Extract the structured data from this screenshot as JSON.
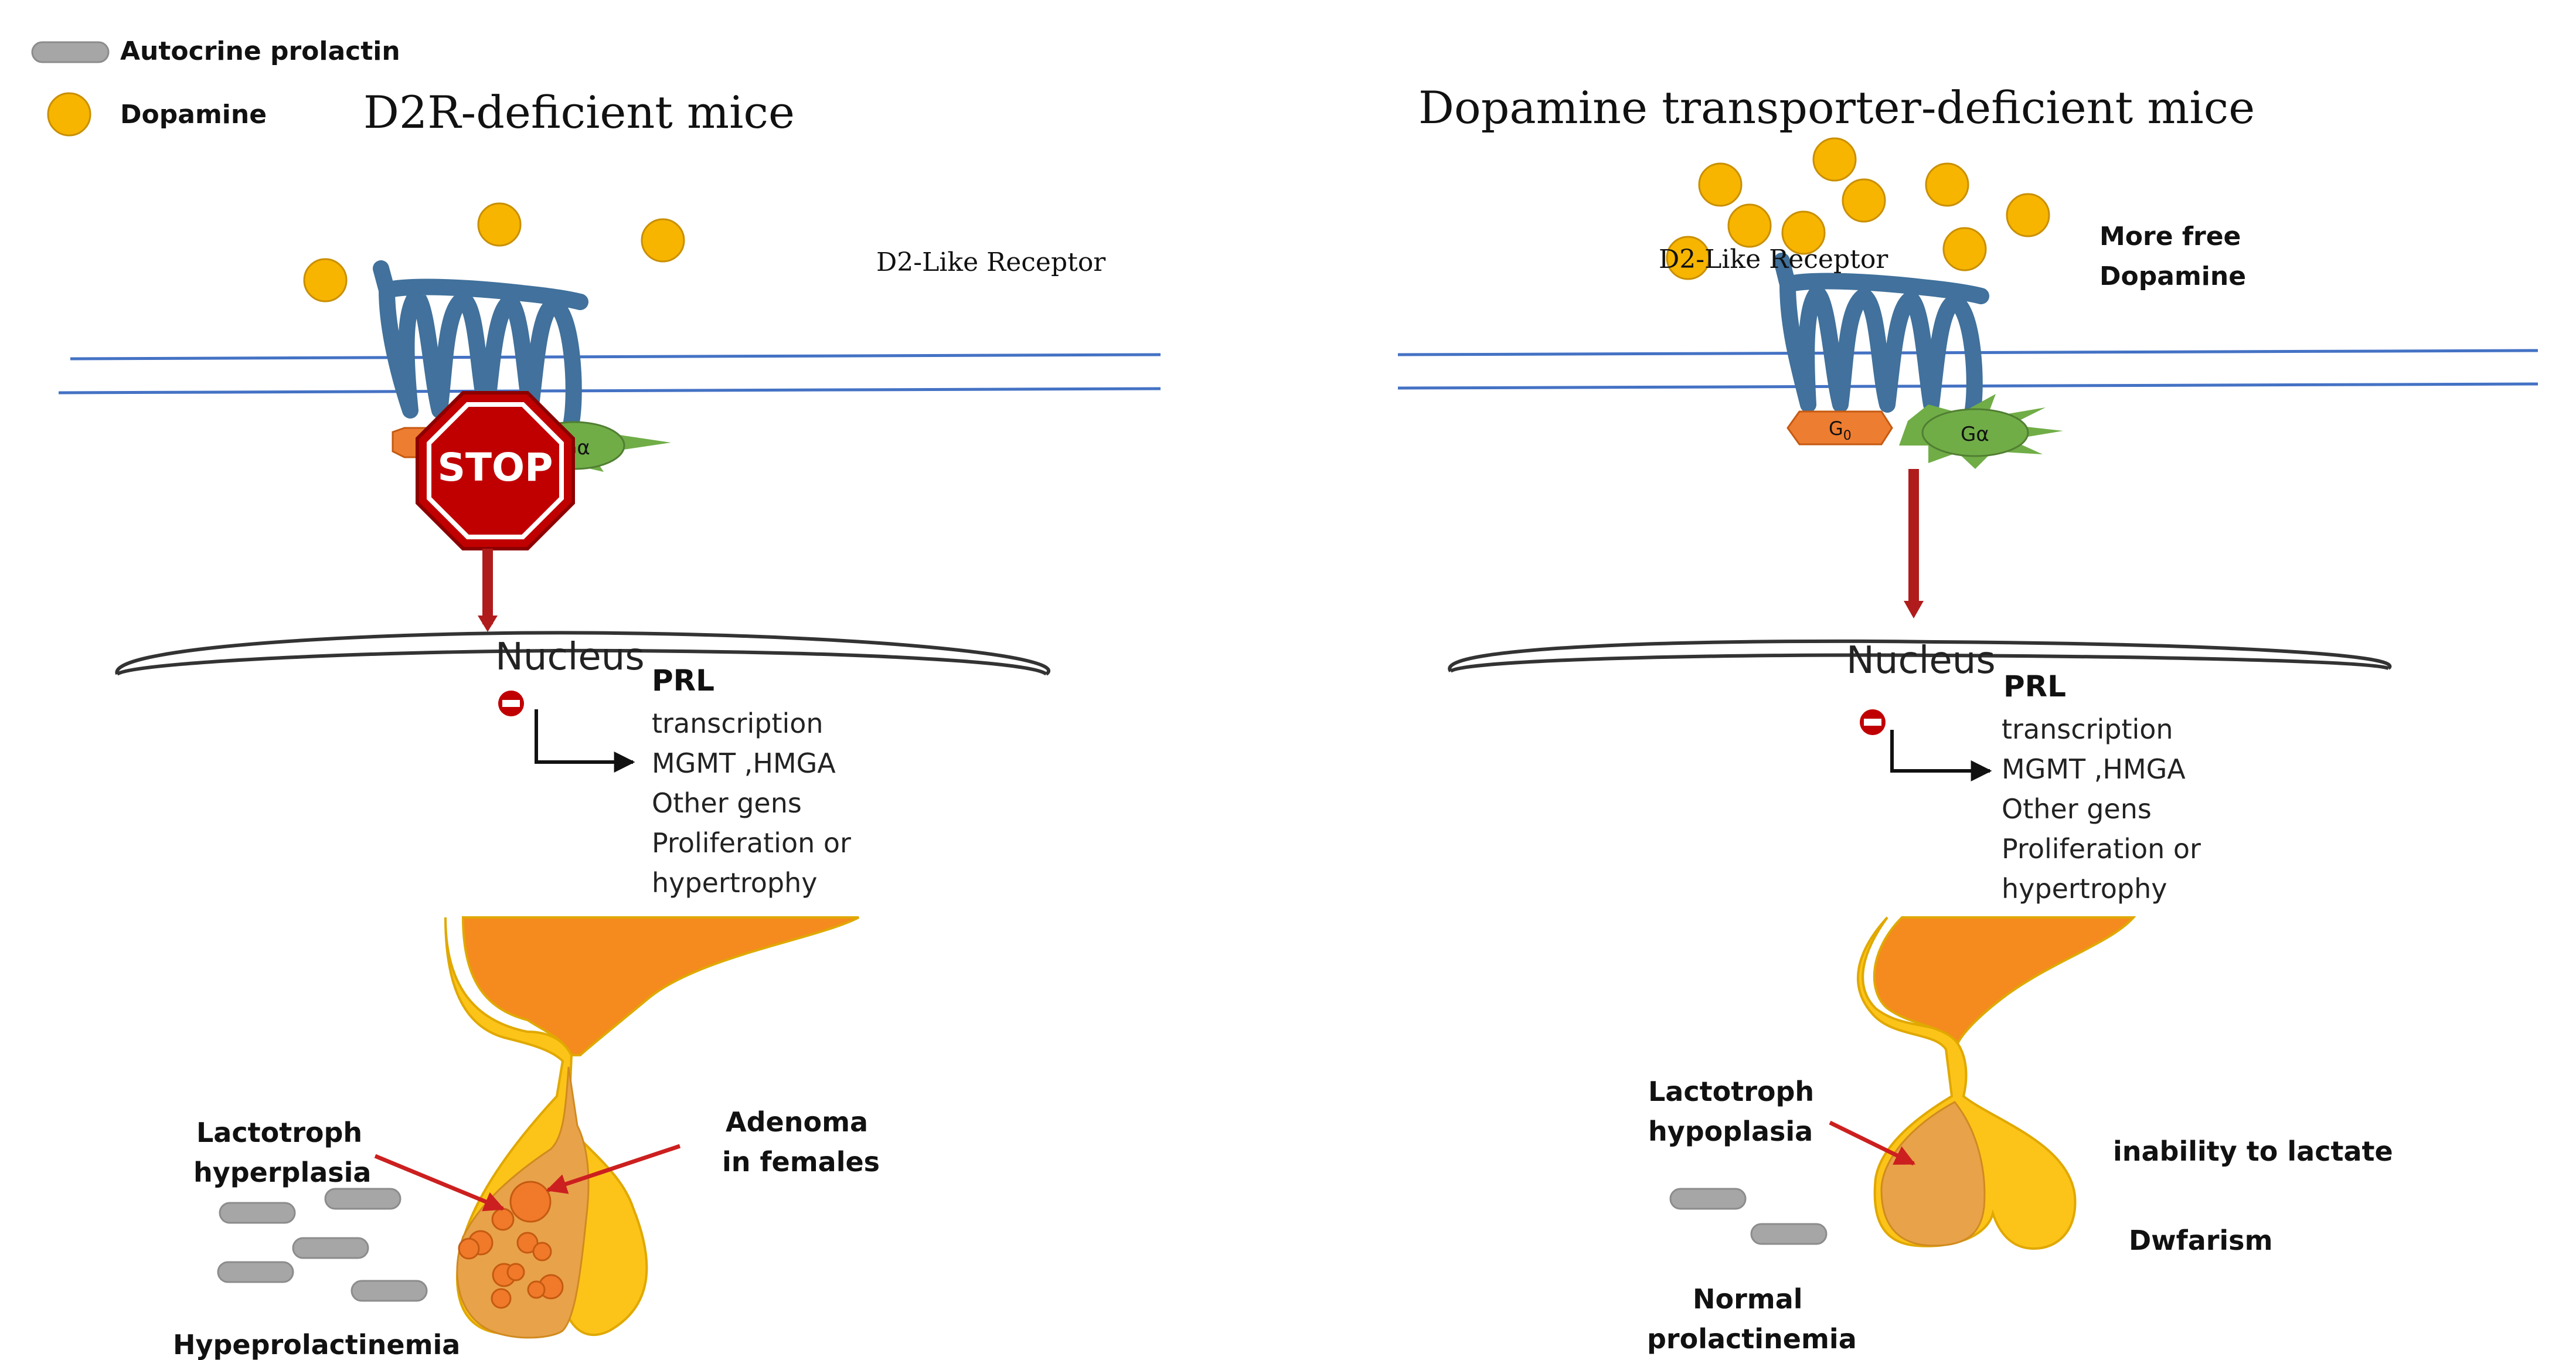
{
  "legend": {
    "items": [
      {
        "label": "Autocrine prolactin",
        "icon": "prolactin-pill-icon",
        "color": "#a6a6a6"
      },
      {
        "label": "Dopamine",
        "icon": "dopamine-dot-icon",
        "color": "#f7b500"
      }
    ]
  },
  "left": {
    "title": "D2R-deficient mice",
    "receptor_label": "D2-Like Receptor",
    "g_alpha": "Gα",
    "stop_sign": "STOP",
    "nucleus": "Nucleus",
    "genes": {
      "prl": "PRL",
      "lines": [
        "transcription",
        "MGMT ,HMGA",
        "Other gens",
        "Proliferation or",
        "hypertrophy"
      ]
    },
    "lactotroph_line1": "Lactotroph",
    "lactotroph_line2": "hyperplasia",
    "adenoma_line1": "Adenoma",
    "adenoma_line2": "in females",
    "outcome": "Hypeprolactinemia"
  },
  "right": {
    "title": "Dopamine transporter-deficient mice",
    "receptor_label": "D2-Like Receptor",
    "free_dopamine_line1": "More free",
    "free_dopamine_line2": "Dopamine",
    "g0": "G",
    "g0_sub": "0",
    "g_alpha": "Gα",
    "nucleus": "Nucleus",
    "genes": {
      "prl": "PRL",
      "lines": [
        "transcription",
        "MGMT ,HMGA",
        "Other gens",
        "Proliferation or",
        "hypertrophy"
      ]
    },
    "lactotroph_line1": "Lactotroph",
    "lactotroph_line2": "hypoplasia",
    "lactation": "inability to lactate",
    "dwarfism": "Dwfarism",
    "outcome_line1": "Normal",
    "outcome_line2": "prolactinemia"
  },
  "colors": {
    "receptor": "#41719c",
    "membrane": "#4472c4",
    "dopamine": "#f7b500",
    "dopamine_stroke": "#c98f00",
    "g0": "#ed7d31",
    "g_alpha": "#70ad47",
    "stop": "#c00000",
    "arrow": "#b01c1c",
    "pituitary_orange": "#f58a1f",
    "pituitary_yellow": "#fcc419",
    "pituitary_tan": "#e8a24a",
    "cell_orange": "#f07a2a",
    "prolactin_grey": "#a6a6a6"
  }
}
